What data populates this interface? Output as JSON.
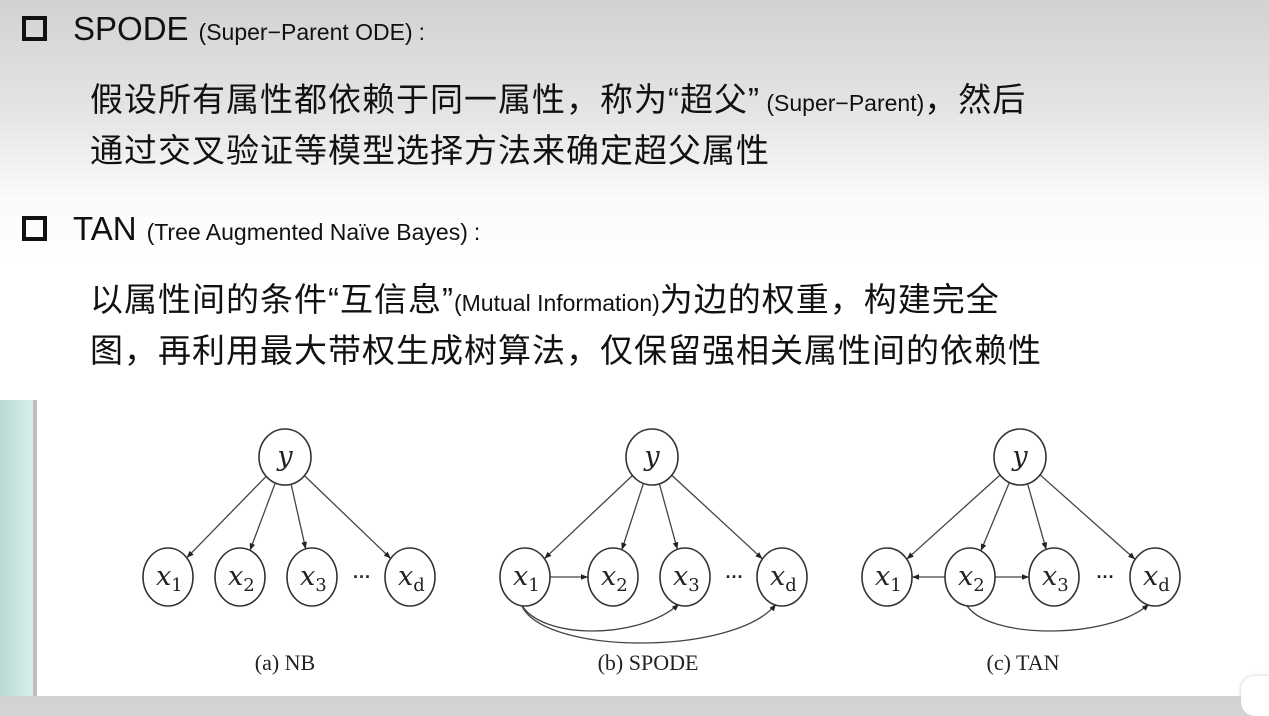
{
  "sections": [
    {
      "title": "SPODE",
      "subtitle": "(Super−Parent ODE)",
      "colon": ":",
      "line1_a": "假设所有属性都依赖于同一属性，称为“超父”",
      "line1_en": " (Super−Parent)",
      "line1_b": "，然后",
      "line2": "通过交叉验证等模型选择方法来确定超父属性"
    },
    {
      "title": "TAN",
      "subtitle": "(Tree Augmented Naïve Bayes)",
      "colon": ":",
      "line1_a": "以属性间的条件“互信息”",
      "line1_en": "(Mutual Information)",
      "line1_b": "为边的权重，构建完全",
      "line2": "图，再利用最大带权生成树算法，仅保留强相关属性间的依赖性"
    }
  ],
  "diagrams": [
    {
      "caption": "(a) NB",
      "nodes": [
        {
          "id": "y",
          "base": "y",
          "sub": ""
        },
        {
          "id": "x1",
          "base": "x",
          "sub": "1"
        },
        {
          "id": "x2",
          "base": "x",
          "sub": "2"
        },
        {
          "id": "x3",
          "base": "x",
          "sub": "3"
        },
        {
          "id": "xd",
          "base": "x",
          "sub": "d"
        }
      ],
      "ellipsis": "···",
      "edges": [
        [
          "y",
          "x1"
        ],
        [
          "y",
          "x2"
        ],
        [
          "y",
          "x3"
        ],
        [
          "y",
          "xd"
        ]
      ]
    },
    {
      "caption": "(b) SPODE",
      "nodes": [
        {
          "id": "y",
          "base": "y",
          "sub": ""
        },
        {
          "id": "x1",
          "base": "x",
          "sub": "1"
        },
        {
          "id": "x2",
          "base": "x",
          "sub": "2"
        },
        {
          "id": "x3",
          "base": "x",
          "sub": "3"
        },
        {
          "id": "xd",
          "base": "x",
          "sub": "d"
        }
      ],
      "ellipsis": "···",
      "edges": [
        [
          "y",
          "x1"
        ],
        [
          "y",
          "x2"
        ],
        [
          "y",
          "x3"
        ],
        [
          "y",
          "xd"
        ],
        [
          "x1",
          "x2"
        ],
        [
          "x1",
          "x3"
        ],
        [
          "x1",
          "xd"
        ]
      ]
    },
    {
      "caption": "(c) TAN",
      "nodes": [
        {
          "id": "y",
          "base": "y",
          "sub": ""
        },
        {
          "id": "x1",
          "base": "x",
          "sub": "1"
        },
        {
          "id": "x2",
          "base": "x",
          "sub": "2"
        },
        {
          "id": "x3",
          "base": "x",
          "sub": "3"
        },
        {
          "id": "xd",
          "base": "x",
          "sub": "d"
        }
      ],
      "ellipsis": "···",
      "edges": [
        [
          "y",
          "x1"
        ],
        [
          "y",
          "x2"
        ],
        [
          "y",
          "x3"
        ],
        [
          "y",
          "xd"
        ],
        [
          "x2",
          "x1"
        ],
        [
          "x2",
          "x3"
        ],
        [
          "x2",
          "xd"
        ]
      ]
    }
  ]
}
